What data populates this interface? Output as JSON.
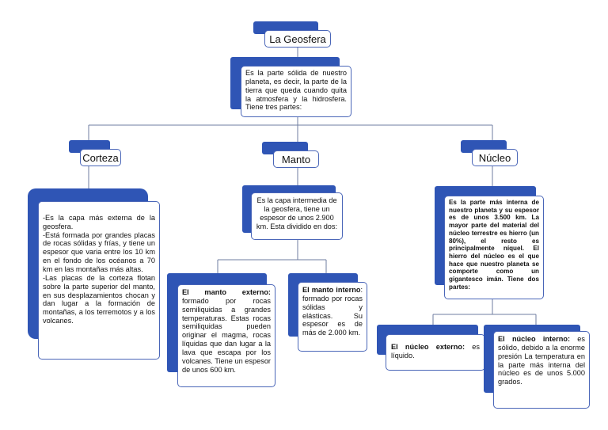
{
  "root": {
    "title": "La Geosfera"
  },
  "intro": {
    "text": "Es la parte sólida de nuestro planeta, es decir, la parte de la tierra que queda cuando quita la atmosfera y la hidrosfera. Tiene tres partes:"
  },
  "corteza": {
    "title": "Corteza",
    "text": "-Es la capa más externa de la geosfera.\n-Está formada por grandes placas de rocas sólidas y frías, y tiene un espesor que varia entre los 10 km en el fondo de los océanos a 70 km en las montañas más altas.\n-Las placas de la corteza flotan sobre la parte superior del manto, en sus desplazamientos chocan y dan lugar a la formación de montañas, a los terremotos y a los volcanes."
  },
  "manto": {
    "title": "Manto",
    "text": "Es la capa intermedia de la geosfera, tiene un espesor de unos 2.900 km. Esta dividido en dos:",
    "externo": {
      "label": "El manto externo:",
      "text": " formado por rocas semiliquidas a grandes temperaturas. Estas rocas semiliquidas pueden originar el magma, rocas líquidas que dan lugar a la lava que escapa por los volcanes. Tiene un espesor de unos 600 km."
    },
    "interno": {
      "label": "El manto interno",
      "text": ": formado por rocas sólidas y elásticas. Su espesor es de más de 2.000 km."
    }
  },
  "nucleo": {
    "title": "Núcleo",
    "text": "Es la parte más interna de nuestro planeta y su espesor es de unos 3.500 km. La mayor parte del material del núcleo terrestre es hierro (un 80%), el resto es principalmente níquel. El hierro del núcleo es el que hace que nuestro planeta se comporte como un gigantesco imán. Tiene dos partes:",
    "externo": {
      "label": "El núcleo externo:",
      "text": " es líquido."
    },
    "interno": {
      "label": "El núcleo interno:",
      "text": " es sólido, debido a la enorme presión La temperatura en la parte más interna del núcleo es de unos 5.000 grados."
    }
  },
  "colors": {
    "accent": "#2f55b5",
    "border": "#4a66b8",
    "line": "#6f7ea0"
  }
}
